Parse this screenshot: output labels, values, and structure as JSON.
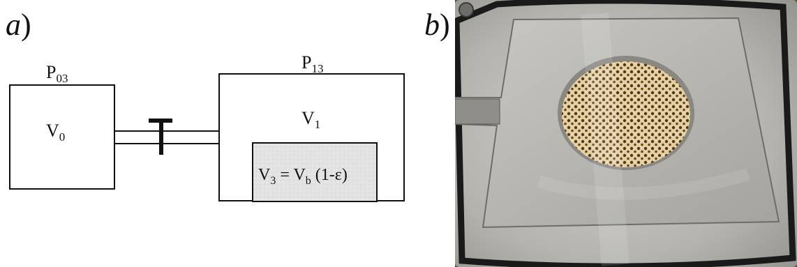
{
  "panel_a": {
    "label_main": "a",
    "label_paren": ")",
    "p0": {
      "main": "P",
      "sub": "03"
    },
    "v0": {
      "main": "V",
      "sub": "0"
    },
    "p1": {
      "main": "P",
      "sub": "13"
    },
    "v1": {
      "main": "V",
      "sub": "1"
    },
    "v3": {
      "v": "V",
      "v_sub": "3",
      "eq": " = ",
      "vb": "V",
      "vb_sub": "b",
      "factor": " (1-ε)"
    }
  },
  "panel_b": {
    "label_main": "b",
    "label_paren": ")"
  },
  "colors": {
    "line": "#111111",
    "sample_fill": "#e3e3e3",
    "photo_bg": "#5a4e3c",
    "metal": "#b9b8b4",
    "foam": "#e7cfa0"
  }
}
